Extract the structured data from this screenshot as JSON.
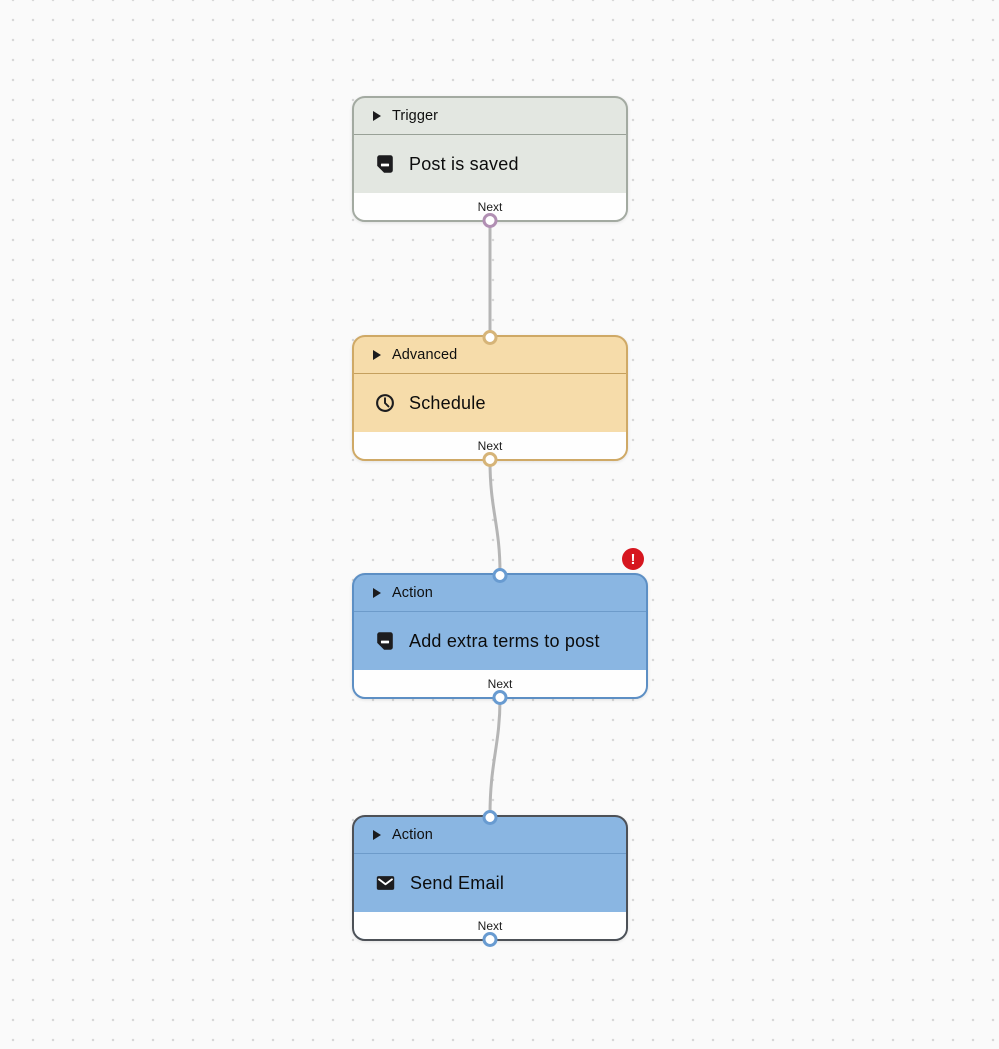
{
  "canvas": {
    "background_color": "#fafafa",
    "dot_color": "#d8d8d8",
    "edge_color": "#b5b5b5"
  },
  "nodes": [
    {
      "type_label": "Trigger",
      "title": "Post is saved",
      "icon": "document-icon",
      "footer_label": "Next",
      "has_input_port": false,
      "has_output_port": true,
      "error": false,
      "selected": false,
      "colors": {
        "bg": "#e3e7e1",
        "border": "#a3aaa1",
        "divider": "#99a197",
        "port": "#b18fb3"
      }
    },
    {
      "type_label": "Advanced",
      "title": "Schedule",
      "icon": "clock-icon",
      "footer_label": "Next",
      "has_input_port": true,
      "has_output_port": true,
      "error": false,
      "selected": false,
      "colors": {
        "bg": "#f6dcaa",
        "border": "#cfa966",
        "divider": "#c5a05e",
        "port": "#d6b478"
      }
    },
    {
      "type_label": "Action",
      "title": "Add extra terms to post",
      "icon": "document-icon",
      "footer_label": "Next",
      "has_input_port": true,
      "has_output_port": true,
      "error": true,
      "selected": false,
      "colors": {
        "bg": "#8ab6e2",
        "border": "#5d8fc4",
        "divider": "#6d9bca",
        "port": "#689bd1"
      }
    },
    {
      "type_label": "Action",
      "title": "Send Email",
      "icon": "envelope-icon",
      "footer_label": "Next",
      "has_input_port": true,
      "has_output_port": true,
      "error": false,
      "selected": true,
      "colors": {
        "bg": "#8ab6e2",
        "border": "#4d5157",
        "divider": "#6d9bca",
        "port": "#689bd1"
      }
    }
  ],
  "error_badge": {
    "glyph": "!",
    "color": "#d6161f"
  }
}
